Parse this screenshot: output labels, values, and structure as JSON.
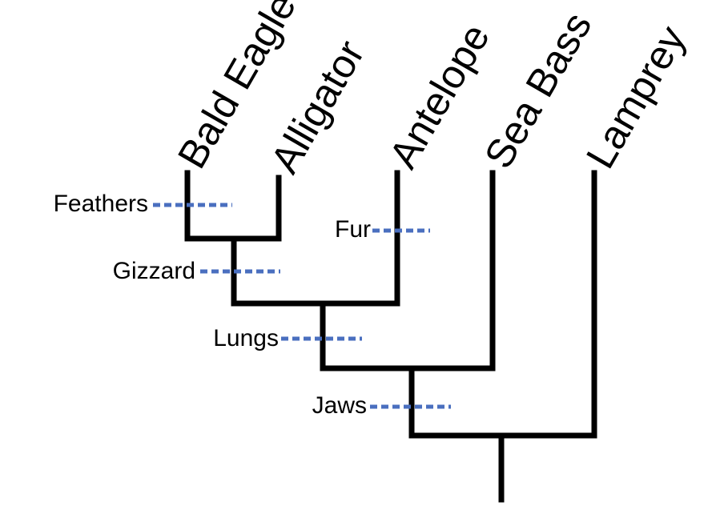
{
  "taxa": [
    "Bald Eagle",
    "Alligator",
    "Antelope",
    "Sea Bass",
    "Lamprey"
  ],
  "traits": [
    "Feathers",
    "Gizzard",
    "Fur",
    "Lungs",
    "Jaws"
  ],
  "colors": {
    "branch": "#000000",
    "trait_marker": "#4a6fbf"
  }
}
